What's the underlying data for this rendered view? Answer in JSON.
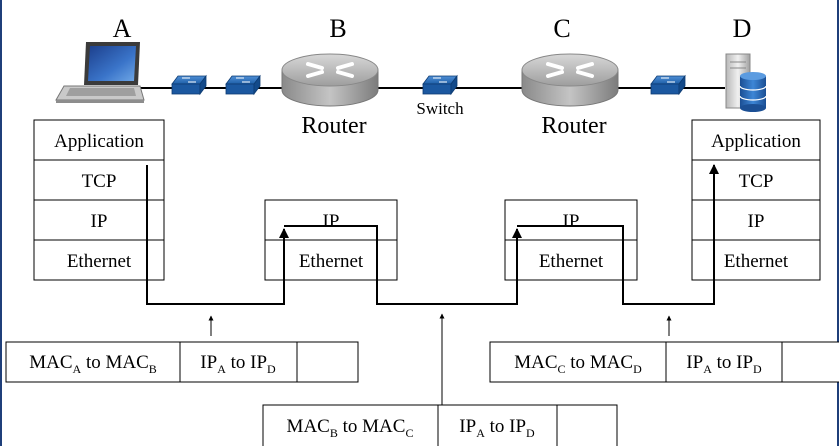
{
  "hosts": {
    "a": {
      "letter": "A"
    },
    "b": {
      "letter": "B",
      "caption": "Router"
    },
    "c": {
      "letter": "C",
      "caption": "Router"
    },
    "d": {
      "letter": "D"
    }
  },
  "switch_label": "Switch",
  "stack_a": [
    "Application",
    "TCP",
    "IP",
    "Ethernet"
  ],
  "stack_b": [
    "IP",
    "Ethernet"
  ],
  "stack_c": [
    "IP",
    "Ethernet"
  ],
  "stack_d": [
    "Application",
    "TCP",
    "IP",
    "Ethernet"
  ],
  "frames": {
    "left": {
      "mac_from": "A",
      "mac_to": "B",
      "ip_from": "A",
      "ip_to": "D",
      "mac_word": "MAC",
      "ip_word": "IP",
      "to": "to"
    },
    "middle": {
      "mac_from": "B",
      "mac_to": "C",
      "ip_from": "A",
      "ip_to": "D",
      "mac_word": "MAC",
      "ip_word": "IP",
      "to": "to"
    },
    "right": {
      "mac_from": "C",
      "mac_to": "D",
      "ip_from": "A",
      "ip_to": "D",
      "mac_word": "MAC",
      "ip_word": "IP",
      "to": "to"
    }
  },
  "colors": {
    "frame_border": "#1f3f7a",
    "switch_blue": "#1e5fa8",
    "router_grey": "#9a9a9a",
    "line": "#000000"
  },
  "icons": [
    "laptop-icon",
    "switch-icon",
    "router-icon",
    "server-icon"
  ]
}
